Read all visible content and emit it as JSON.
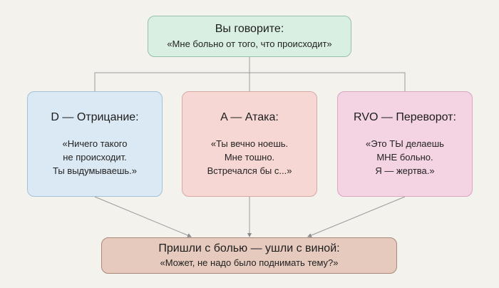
{
  "top": {
    "title": "Вы говорите:",
    "quote": "«Мне больно от того, что происходит»"
  },
  "branches": [
    {
      "title": "D — Отрицание:",
      "quote": "«Ничего такого\nне происходит.\nТы выдумываешь.»"
    },
    {
      "title": "A — Атака:",
      "quote": "«Ты вечно ноешь.\nМне тошно.\nВстречался бы с...»"
    },
    {
      "title": "RVO — Переворот:",
      "quote": "«Это ТЫ делаешь\nМНЕ больно.\nЯ — жертва.»"
    }
  ],
  "bottom": {
    "title": "Пришли с болью — ушли с виной:",
    "quote": "«Может, не надо было поднимать тему?»"
  }
}
